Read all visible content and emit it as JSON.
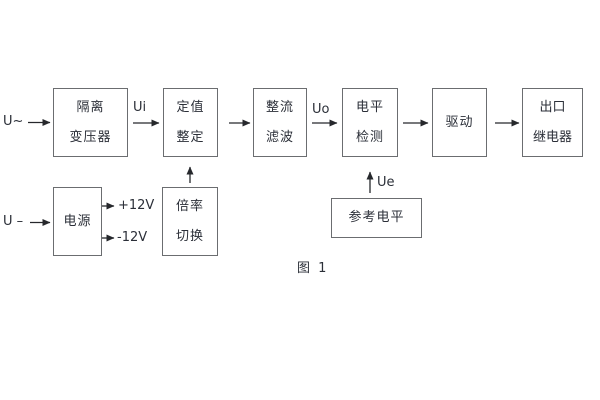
{
  "diagram": {
    "caption": "图 1",
    "inputs": {
      "ac": "U~",
      "dc": "U –"
    },
    "signals": {
      "ui": "Ui",
      "uo": "Uo",
      "ue": "Ue",
      "plus12v": "+12V",
      "minus12v": "-12V"
    },
    "blocks": {
      "isolation_transformer": {
        "line1": "隔离",
        "line2": "变压器"
      },
      "value_setting": {
        "line1": "定值",
        "line2": "整定"
      },
      "rectify_filter": {
        "line1": "整流",
        "line2": "滤波"
      },
      "level_detect": {
        "line1": "电平",
        "line2": "检测"
      },
      "drive": {
        "line1": "驱动"
      },
      "outlet_relay": {
        "line1": "出口",
        "line2": "继电器"
      },
      "power_supply": {
        "line1": "电源"
      },
      "ratio_switch": {
        "line1": "倍率",
        "line2": "切换"
      },
      "reference_level": {
        "line1": "参考电平"
      }
    },
    "colors": {
      "border": "#6b6d70",
      "arrow": "#26282c",
      "text": "#2b2f38",
      "background": "#ffffff"
    }
  }
}
